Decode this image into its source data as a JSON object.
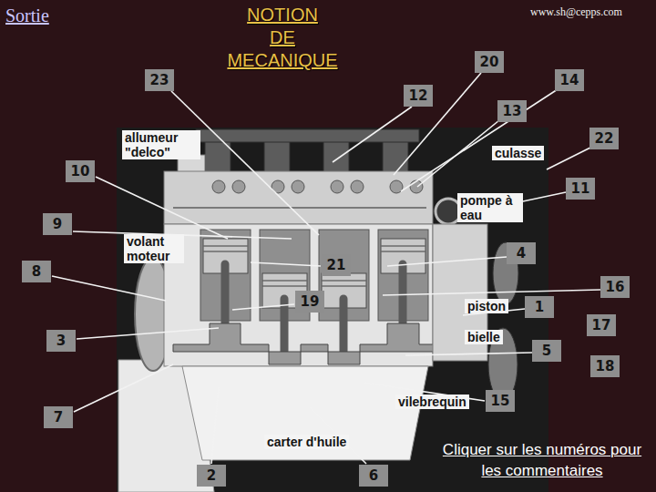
{
  "diagram": {
    "title": "NOTION DE MECANIQUE",
    "labels": [
      "Sortie",
      "www.sh@cepps.com",
      "20",
      "23",
      "14",
      "12",
      "13",
      "allumeur \"delco\"",
      "22",
      "culasse",
      "10",
      "11",
      "pompe à eau",
      "9",
      "volant moteur",
      "4",
      "21",
      "8",
      "16",
      "19",
      "piston",
      "1",
      "17",
      "3",
      "bielle",
      "5",
      "18",
      "vilebrequin",
      "15",
      "7",
      "carter d'huile",
      "2",
      "6",
      "Cliquer sur les numéros pour les commentaires"
    ]
  }
}
